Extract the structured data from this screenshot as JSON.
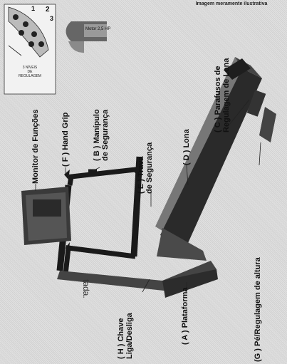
{
  "caption": "Imagem meramente ilustrativa",
  "inset": {
    "level_1": "1",
    "level_2": "2",
    "level_3": "3",
    "inset_text_line1": "3 NÍVEIS",
    "inset_text_line2": "DE",
    "inset_text_line3": "REGULAGEM"
  },
  "motor_label": "Motor 2,5 HP",
  "cutoff_text": "tada.",
  "labels": {
    "monitor": "Monitor de Funções",
    "hand_grip": "( F ) Hand Grip",
    "manipulo_1": "( B ) Manípulo",
    "manipulo_2": "de Segurança",
    "lona": "( D ) Lona",
    "parafusos_1": "( C ) Parafusos de",
    "parafusos_2": "Regulagem de Lona",
    "trava_1": "( E ) Trava",
    "trava_2": "de Segurança",
    "chave_1": "( H ) Chave",
    "chave_2": "Liga/Desliga",
    "plataforma": "( A ) Plataforma",
    "pe": "(G ) Pé/Regulagem de altura"
  }
}
